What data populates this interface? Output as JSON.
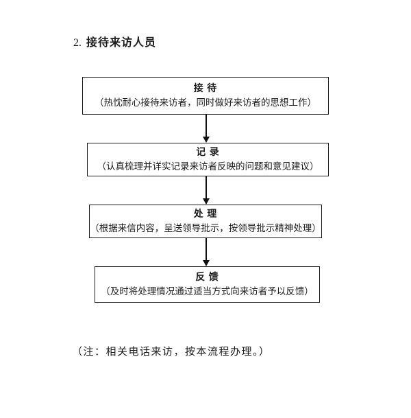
{
  "page": {
    "background": "#ffffff",
    "text_color": "#1c1c1c",
    "border_color": "#1a1a1a",
    "arrow_color": "#111111"
  },
  "heading": {
    "number": "2.",
    "title": "接待来访人员"
  },
  "flowchart": {
    "steps": [
      {
        "label": "接 待",
        "description": "（热忱耐心接待来访者，同时做好来访者的思想工作）"
      },
      {
        "label": "记 录",
        "description": "（认真梳理并详实记录来访者反映的问题和意见建议）"
      },
      {
        "label": "处 理",
        "description": "（根据来信内容，呈送领导批示，按领导批示精神处理）"
      },
      {
        "label": "反 馈",
        "description": "（及时将处理情况通过适当方式向来访者予以反馈）"
      }
    ],
    "connector_icon": "down-arrow"
  },
  "footnote": "（注：相关电话来访，按本流程办理。）"
}
